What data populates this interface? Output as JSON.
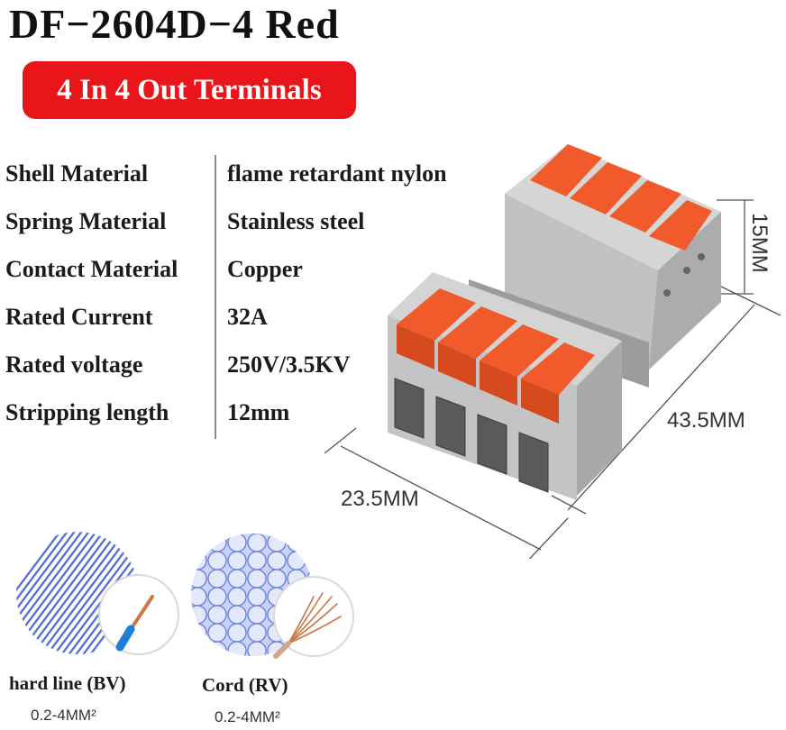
{
  "title": "DF−2604D−4 Red",
  "badge": "4 In 4 Out Terminals",
  "specs": [
    {
      "label": "Shell Material",
      "value": "flame retardant nylon"
    },
    {
      "label": "Spring Material",
      "value": "Stainless steel"
    },
    {
      "label": "Contact Material",
      "value": "Copper"
    },
    {
      "label": "Rated Current",
      "value": "32A"
    },
    {
      "label": "Rated voltage",
      "value": "250V/3.5KV"
    },
    {
      "label": "Stripping length",
      "value": "12mm"
    }
  ],
  "dimensions": {
    "height": "15MM",
    "length": "43.5MM",
    "width": "23.5MM"
  },
  "wire_types": [
    {
      "label": "hard line (BV)",
      "size": "0.2-4MM²"
    },
    {
      "label": "Cord (RV)",
      "size": "0.2-4MM²"
    }
  ],
  "colors": {
    "badge": "#e8151b",
    "lever": "#f15a2a",
    "housing": "#c9c9c9",
    "wire_pattern": "#5a73d6",
    "copper": "#c9784a",
    "insulation": "#1f7fd8"
  }
}
